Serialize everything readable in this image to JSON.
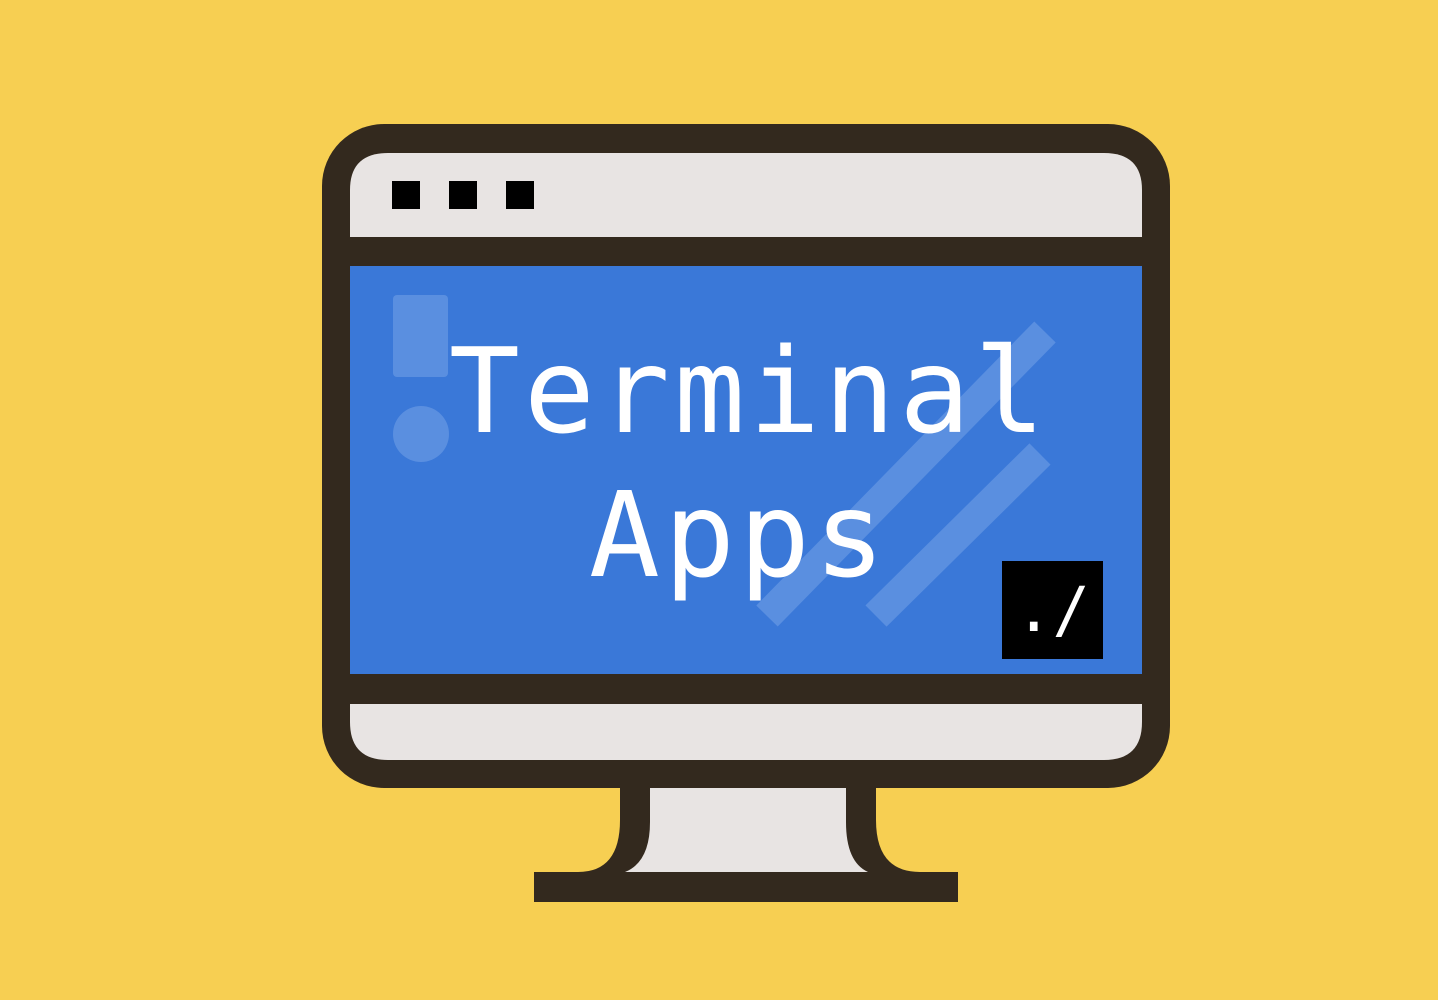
{
  "illustration": {
    "title_line_1": "Terminal",
    "title_line_2": "Apps",
    "prompt_text": "./"
  },
  "colors": {
    "background": "#f7cf52",
    "outline": "#33291e",
    "screen": "#3a78d8",
    "bezel": "#e8e4e3",
    "text": "#ffffff",
    "badge": "#000000"
  },
  "icons": {
    "window_controls": "three-square-dots",
    "screen_decor": "exclamation-and-slashes"
  }
}
